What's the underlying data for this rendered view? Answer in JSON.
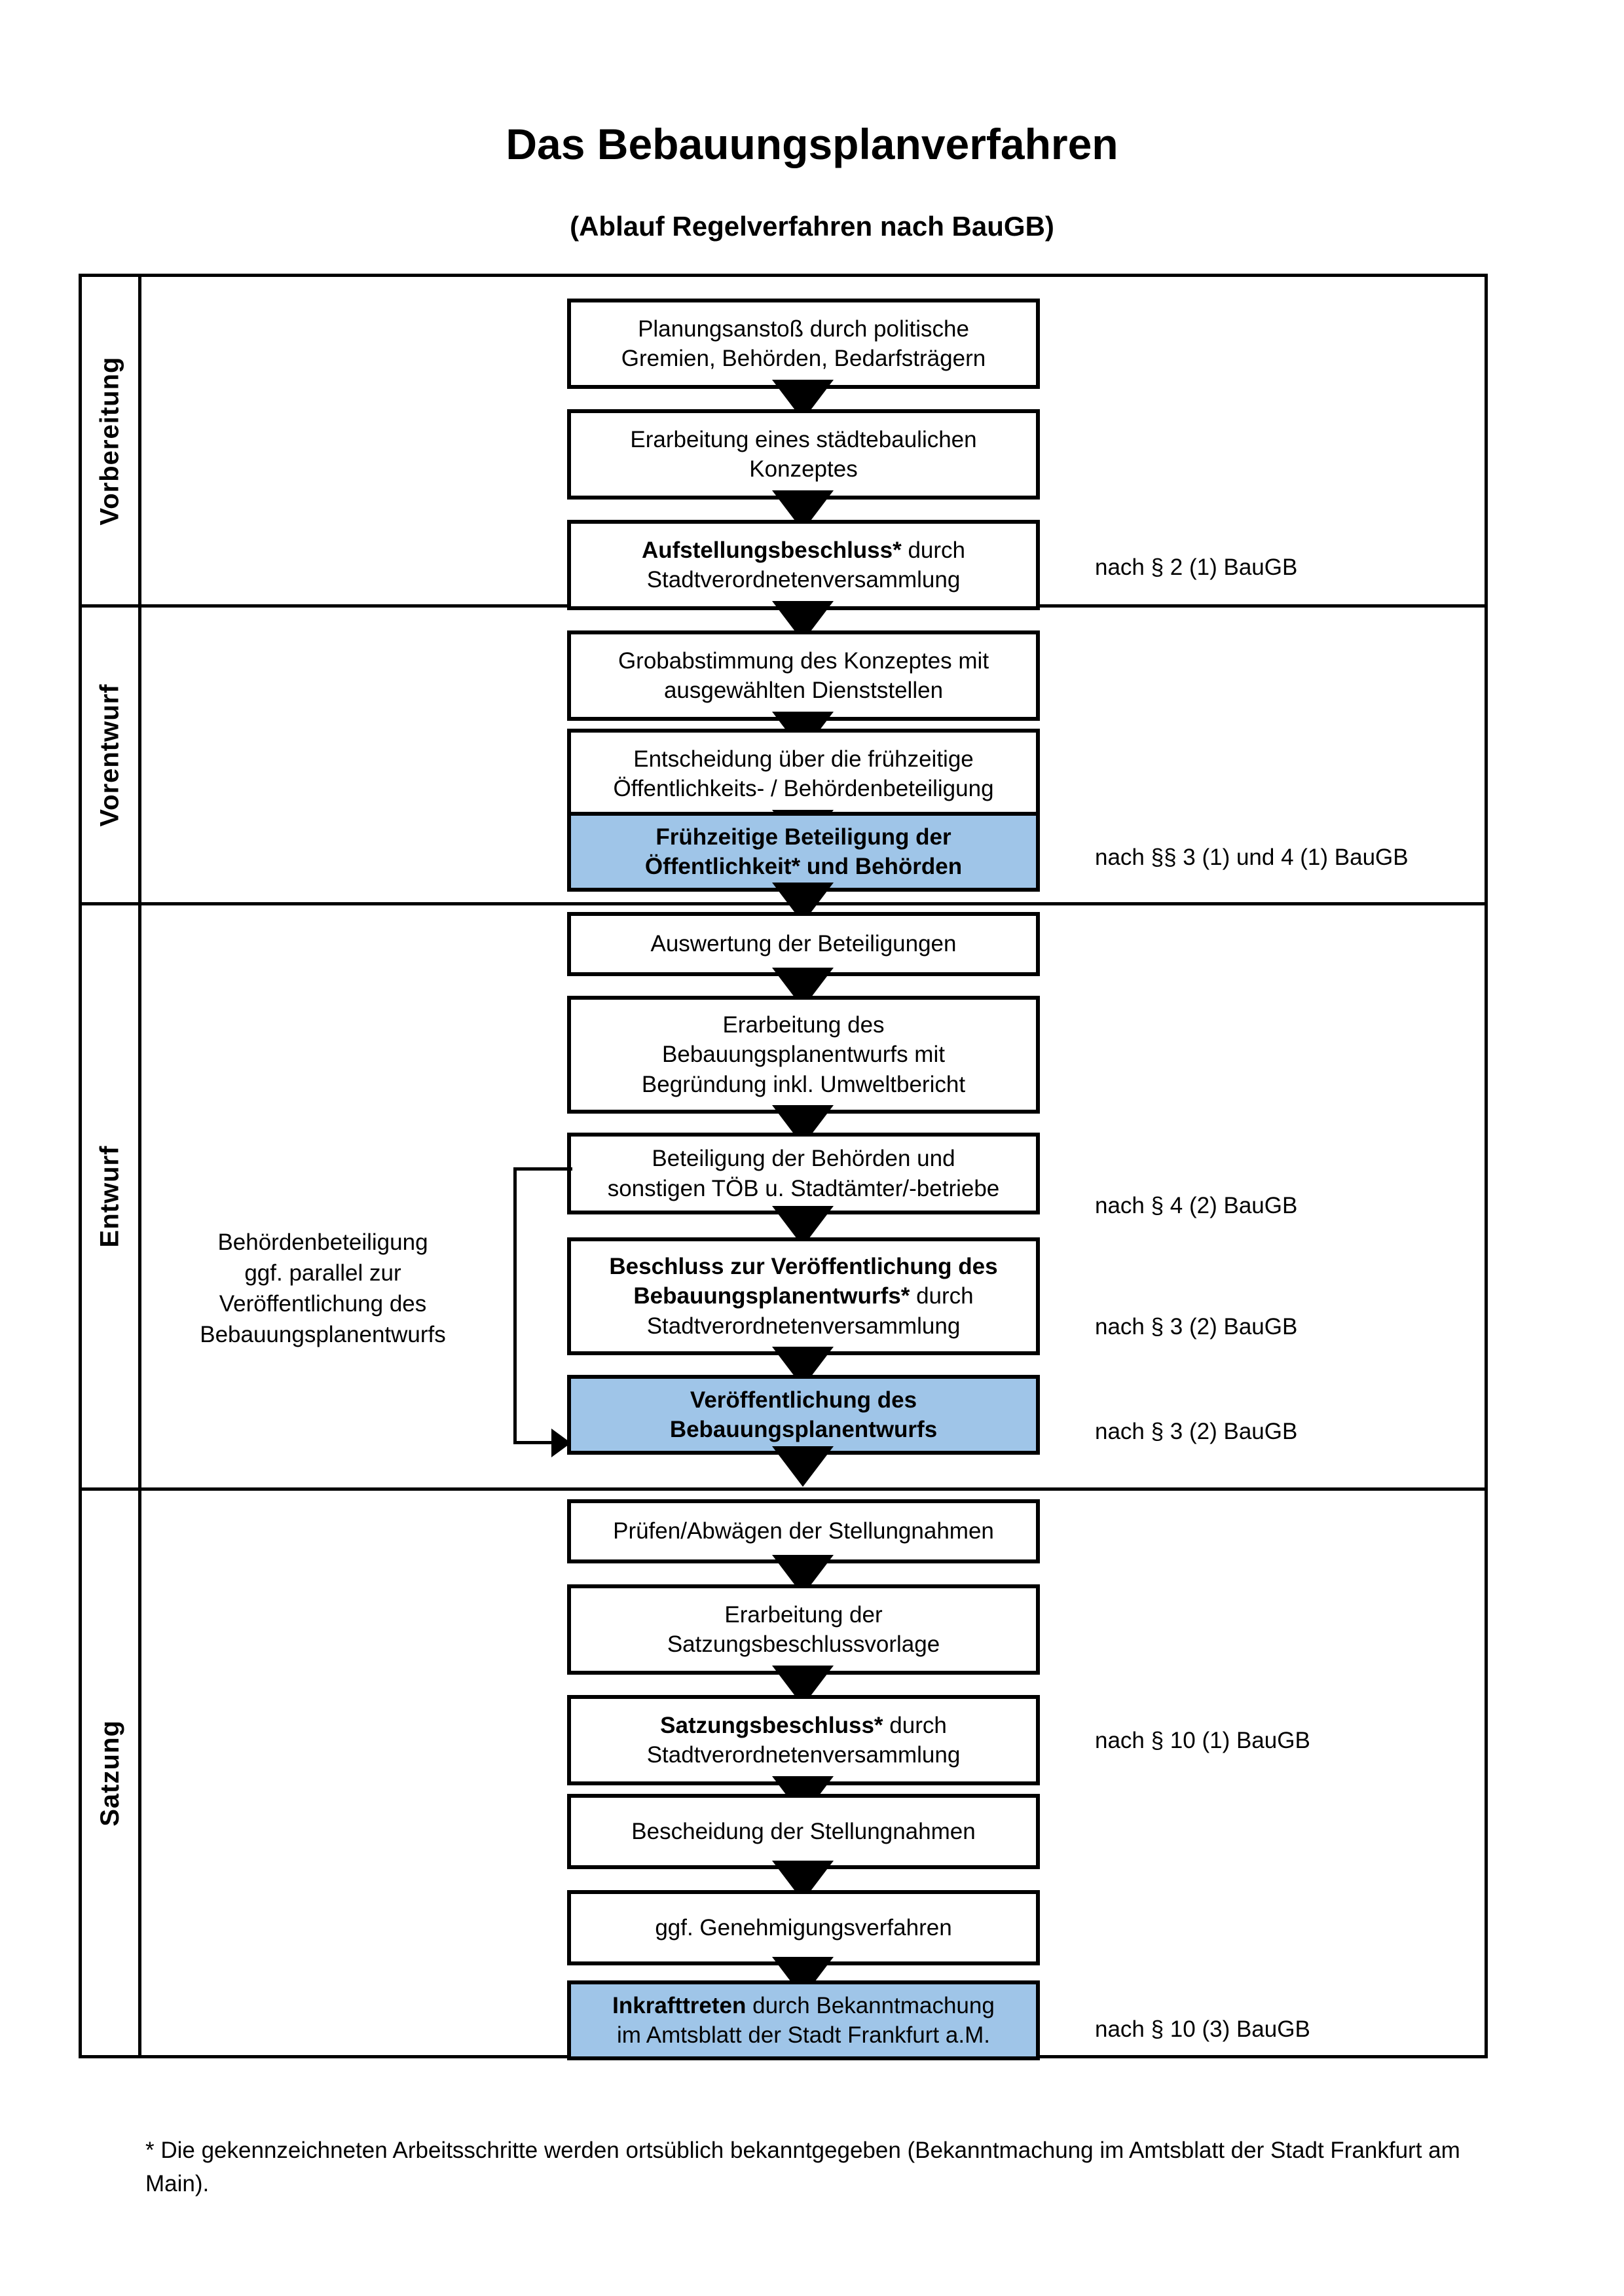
{
  "document": {
    "title": "Das Bebauungsplanverfahren",
    "subtitle": "(Ablauf Regelverfahren nach BauGB)",
    "footnote": "* Die gekennzeichneten Arbeitsschritte werden ortsüblich bekanntgegeben (Bekanntmachung im Amtsblatt  der Stadt Frankfurt am Main)."
  },
  "colors": {
    "highlight_box": "#9FC5E8",
    "band_vorbereitung": "#F1F1F1",
    "band_vorentwurf": "#E8E8E8",
    "band_entwurf": "#D9D9D9",
    "band_satzung": "#BFBFBF",
    "border": "#000000"
  },
  "phases": [
    {
      "id": "vorbereitung",
      "label": "Vorbereitung"
    },
    {
      "id": "vorentwurf",
      "label": "Vorentwurf"
    },
    {
      "id": "entwurf",
      "label": "Entwurf"
    },
    {
      "id": "satzung",
      "label": "Satzung"
    }
  ],
  "steps": [
    {
      "id": "planungsanstoss",
      "phase": "vorbereitung",
      "highlight": false,
      "lines": [
        {
          "text": "Planungsanstoß durch politische",
          "bold": false
        },
        {
          "text": "Gremien, Behörden, Bedarfsträgern",
          "bold": false
        }
      ]
    },
    {
      "id": "staedtebauliches-konzept",
      "phase": "vorbereitung",
      "highlight": false,
      "lines": [
        {
          "text": "Erarbeitung eines städtebaulichen",
          "bold": false
        },
        {
          "text": "Konzeptes",
          "bold": false
        }
      ]
    },
    {
      "id": "aufstellungsbeschluss",
      "phase": "vorbereitung",
      "highlight": false,
      "lines": [
        {
          "text": "Aufstellungsbeschluss*",
          "bold": true
        },
        {
          "text": " durch",
          "bold": false
        },
        {
          "text": "\n",
          "bold": false
        },
        {
          "text": "Stadtverordnetenversammlung",
          "bold": false
        }
      ]
    },
    {
      "id": "grobabstimmung",
      "phase": "vorentwurf",
      "highlight": false,
      "lines": [
        {
          "text": "Grobabstimmung des Konzeptes mit",
          "bold": false
        },
        {
          "text": "ausgewählten Dienststellen",
          "bold": false
        }
      ]
    },
    {
      "id": "entscheidung-fruehzeitige-beteiligung",
      "phase": "vorentwurf",
      "highlight": false,
      "lines": [
        {
          "text": "Entscheidung über die frühzeitige",
          "bold": false
        },
        {
          "text": "Öffentlichkeits- / Behördenbeteiligung",
          "bold": false
        }
      ]
    },
    {
      "id": "fruehzeitige-beteiligung",
      "phase": "vorentwurf",
      "highlight": true,
      "lines": [
        {
          "text": "Frühzeitige Beteiligung der",
          "bold": true
        },
        {
          "text": "Öffentlichkeit* und Behörden",
          "bold": true
        }
      ]
    },
    {
      "id": "auswertung-beteiligungen",
      "phase": "entwurf",
      "highlight": false,
      "lines": [
        {
          "text": "Auswertung der Beteiligungen",
          "bold": false
        }
      ]
    },
    {
      "id": "erarbeitung-bebauungsplanentwurf",
      "phase": "entwurf",
      "highlight": false,
      "lines": [
        {
          "text": "Erarbeitung des",
          "bold": false
        },
        {
          "text": "Bebauungsplanentwurfs mit",
          "bold": false
        },
        {
          "text": "Begründung inkl. Umweltbericht",
          "bold": false
        }
      ]
    },
    {
      "id": "beteiligung-behoerden-toeb",
      "phase": "entwurf",
      "highlight": false,
      "lines": [
        {
          "text": "Beteiligung der Behörden und",
          "bold": false
        },
        {
          "text": "sonstigen TÖB u. Stadtämter/-betriebe",
          "bold": false
        }
      ]
    },
    {
      "id": "beschluss-veroeffentlichung",
      "phase": "entwurf",
      "highlight": false,
      "lines": [
        {
          "text": "Beschluss zur Veröffentlichung des",
          "bold": true
        },
        {
          "text": "Bebauungsplanentwurfs*",
          "bold": true
        },
        {
          "text": " durch",
          "bold": false
        },
        {
          "text": "\n",
          "bold": false
        },
        {
          "text": "Stadtverordnetenversammlung",
          "bold": false
        }
      ]
    },
    {
      "id": "veroeffentlichung-entwurf",
      "phase": "entwurf",
      "highlight": true,
      "lines": [
        {
          "text": "Veröffentlichung des",
          "bold": true
        },
        {
          "text": "Bebauungsplanentwurfs",
          "bold": true
        }
      ]
    },
    {
      "id": "pruefen-abwaegen",
      "phase": "satzung",
      "highlight": false,
      "lines": [
        {
          "text": "Prüfen/Abwägen der Stellungnahmen",
          "bold": false
        }
      ]
    },
    {
      "id": "erarbeitung-satzungsbeschlussvorlage",
      "phase": "satzung",
      "highlight": false,
      "lines": [
        {
          "text": "Erarbeitung der",
          "bold": false
        },
        {
          "text": "Satzungsbeschlussvorlage",
          "bold": false
        }
      ]
    },
    {
      "id": "satzungsbeschluss",
      "phase": "satzung",
      "highlight": false,
      "lines": [
        {
          "text": "Satzungsbeschluss*",
          "bold": true
        },
        {
          "text": " durch",
          "bold": false
        },
        {
          "text": "\n",
          "bold": false
        },
        {
          "text": "Stadtverordnetenversammlung",
          "bold": false
        }
      ]
    },
    {
      "id": "bescheidung-stellungnahmen",
      "phase": "satzung",
      "highlight": false,
      "lines": [
        {
          "text": "Bescheidung der Stellungnahmen",
          "bold": false
        }
      ]
    },
    {
      "id": "genehmigungsverfahren",
      "phase": "satzung",
      "highlight": false,
      "lines": [
        {
          "text": "ggf. Genehmigungsverfahren",
          "bold": false
        }
      ]
    },
    {
      "id": "inkrafttreten",
      "phase": "satzung",
      "highlight": true,
      "lines": [
        {
          "text": "Inkrafttreten",
          "bold": true
        },
        {
          "text": " durch Bekanntmachung",
          "bold": false
        },
        {
          "text": "\n",
          "bold": false
        },
        {
          "text": "im Amtsblatt der Stadt Frankfurt a.M.",
          "bold": false
        }
      ]
    }
  ],
  "step_texts": {
    "planungsanstoss_l1": "Planungsanstoß durch politische",
    "planungsanstoss_l2": "Gremien, Behörden, Bedarfsträgern",
    "konzept_l1": "Erarbeitung eines städtebaulichen",
    "konzept_l2": "Konzeptes",
    "aufstellung_strong": "Aufstellungsbeschluss*",
    "aufstellung_rest": " durch",
    "aufstellung_l2": "Stadtverordnetenversammlung",
    "grob_l1": "Grobabstimmung des Konzeptes mit",
    "grob_l2": "ausgewählten Dienststellen",
    "entscheidung_l1": "Entscheidung über die frühzeitige",
    "entscheidung_l2": "Öffentlichkeits- / Behördenbeteiligung",
    "fruehbet_l1": "Frühzeitige Beteiligung der",
    "fruehbet_l2": "Öffentlichkeit* und Behörden",
    "auswertung_l1": "Auswertung der Beteiligungen",
    "erarbeitung_l1": "Erarbeitung des",
    "erarbeitung_l2": "Bebauungsplanentwurfs mit",
    "erarbeitung_l3": "Begründung inkl. Umweltbericht",
    "toeb_l1": "Beteiligung der Behörden und",
    "toeb_l2": "sonstigen TÖB u. Stadtämter/-betriebe",
    "beschluss_strong1": "Beschluss zur Veröffentlichung des",
    "beschluss_strong2": "Bebauungsplanentwurfs*",
    "beschluss_rest": " durch",
    "beschluss_l3": "Stadtverordnetenversammlung",
    "veroeff_l1": "Veröffentlichung des",
    "veroeff_l2": "Bebauungsplanentwurfs",
    "pruefen_l1": "Prüfen/Abwägen der Stellungnahmen",
    "satzvorlage_l1": "Erarbeitung der",
    "satzvorlage_l2": "Satzungsbeschlussvorlage",
    "satzbeschluss_strong": "Satzungsbeschluss*",
    "satzbeschluss_rest": " durch",
    "satzbeschluss_l2": "Stadtverordnetenversammlung",
    "bescheidung_l1": "Bescheidung der Stellungnahmen",
    "genehmigung_l1": "ggf. Genehmigungsverfahren",
    "inkraft_strong": "Inkrafttreten",
    "inkraft_rest": " durch Bekanntmachung",
    "inkraft_l2": "im Amtsblatt der Stadt Frankfurt a.M."
  },
  "side_note": {
    "lines": [
      "Behördenbeteiligung",
      "ggf. parallel zur",
      "Veröffentlichung des",
      "Bebauungsplanentwurfs"
    ],
    "l1": "Behördenbeteiligung",
    "l2": "ggf. parallel zur",
    "l3": "Veröffentlichung des",
    "l4": "Bebauungsplanentwurfs"
  },
  "legal_references": [
    {
      "id": "ref-2-1",
      "text": "nach § 2 (1) BauGB",
      "for_step": "aufstellungsbeschluss"
    },
    {
      "id": "ref-3-1-4-1",
      "text": "nach §§ 3 (1) und 4 (1) BauGB",
      "for_step": "fruehzeitige-beteiligung"
    },
    {
      "id": "ref-4-2",
      "text": "nach § 4 (2) BauGB",
      "for_step": "beteiligung-behoerden-toeb"
    },
    {
      "id": "ref-3-2-a",
      "text": "nach § 3 (2) BauGB",
      "for_step": "beschluss-veroeffentlichung"
    },
    {
      "id": "ref-3-2-b",
      "text": "nach § 3 (2) BauGB",
      "for_step": "veroeffentlichung-entwurf"
    },
    {
      "id": "ref-10-1",
      "text": "nach § 10 (1) BauGB",
      "for_step": "satzungsbeschluss"
    },
    {
      "id": "ref-10-3",
      "text": "nach § 10 (3) BauGB",
      "for_step": "inkrafttreten"
    }
  ]
}
